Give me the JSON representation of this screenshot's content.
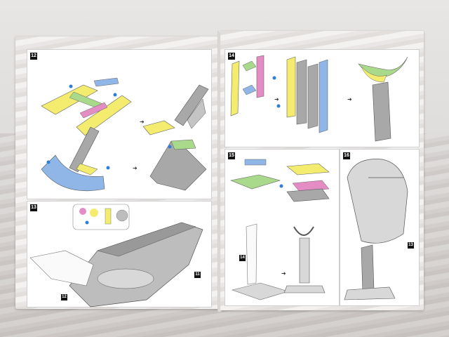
{
  "steps": {
    "s12": "12",
    "s13": "13",
    "s14": "14",
    "s15": "15",
    "s16": "16"
  },
  "part_tags": {
    "t11": "11",
    "t12": "12",
    "t13": "13",
    "t14": "14"
  },
  "arrow_glyph": "➜",
  "colors": {
    "yellow": "#f3ec6f",
    "blue": "#8fb6e6",
    "pink": "#e48cc4",
    "green": "#a9d98a",
    "gray": "#a8a8a8",
    "light_gray": "#d8d8d8",
    "water_drop": "#2e7fd8"
  }
}
